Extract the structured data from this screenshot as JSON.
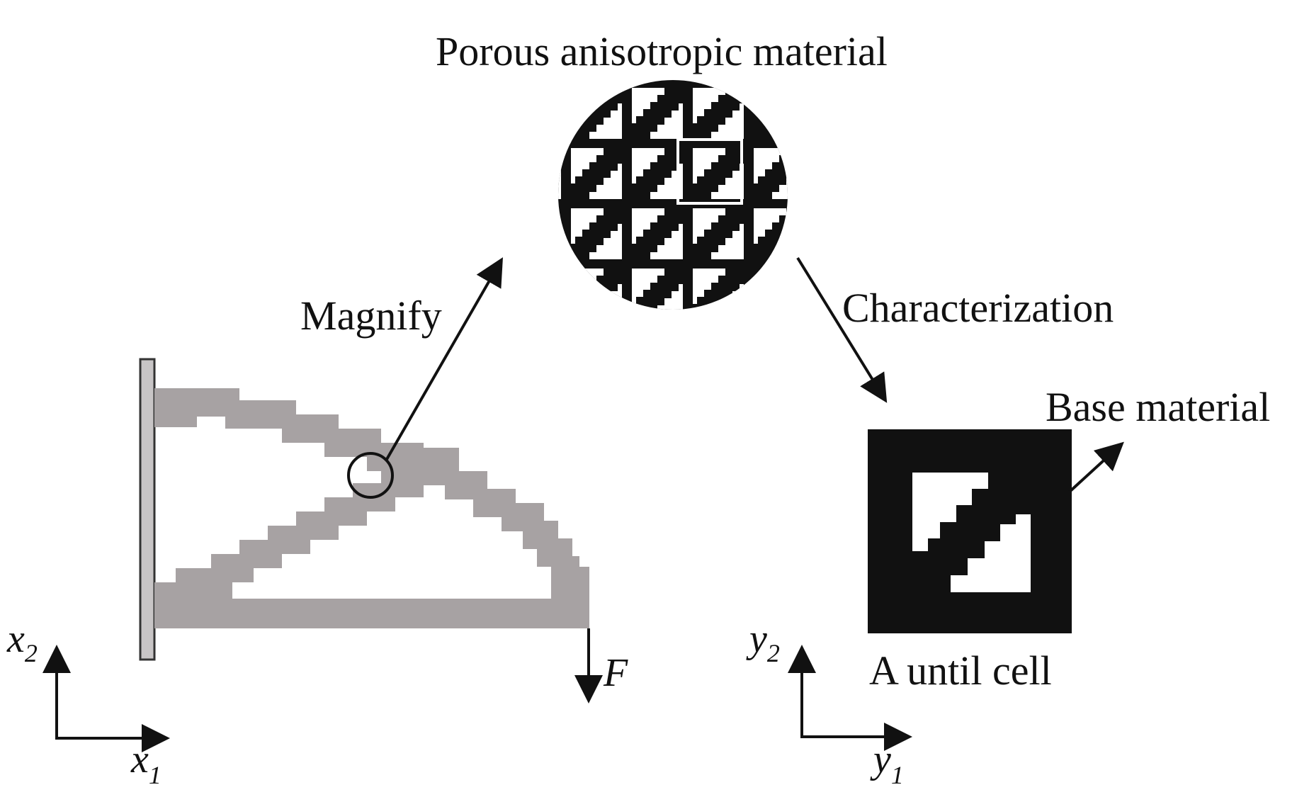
{
  "diagram": {
    "labels": {
      "porous_material": "Porous anisotropic material",
      "magnify": "Magnify",
      "characterization": "Characterization",
      "base_material": "Base material",
      "unit_cell": "A until cell",
      "force": "F"
    },
    "axes": {
      "left": {
        "x_var": "x",
        "x_sub": "1",
        "y_var": "x",
        "y_sub": "2"
      },
      "right": {
        "x_var": "y",
        "x_sub": "1",
        "y_var": "y",
        "y_sub": "2"
      }
    },
    "colors": {
      "structure": "#a7a2a3",
      "ink": "#111111",
      "wall": "#c8c5c6"
    }
  }
}
